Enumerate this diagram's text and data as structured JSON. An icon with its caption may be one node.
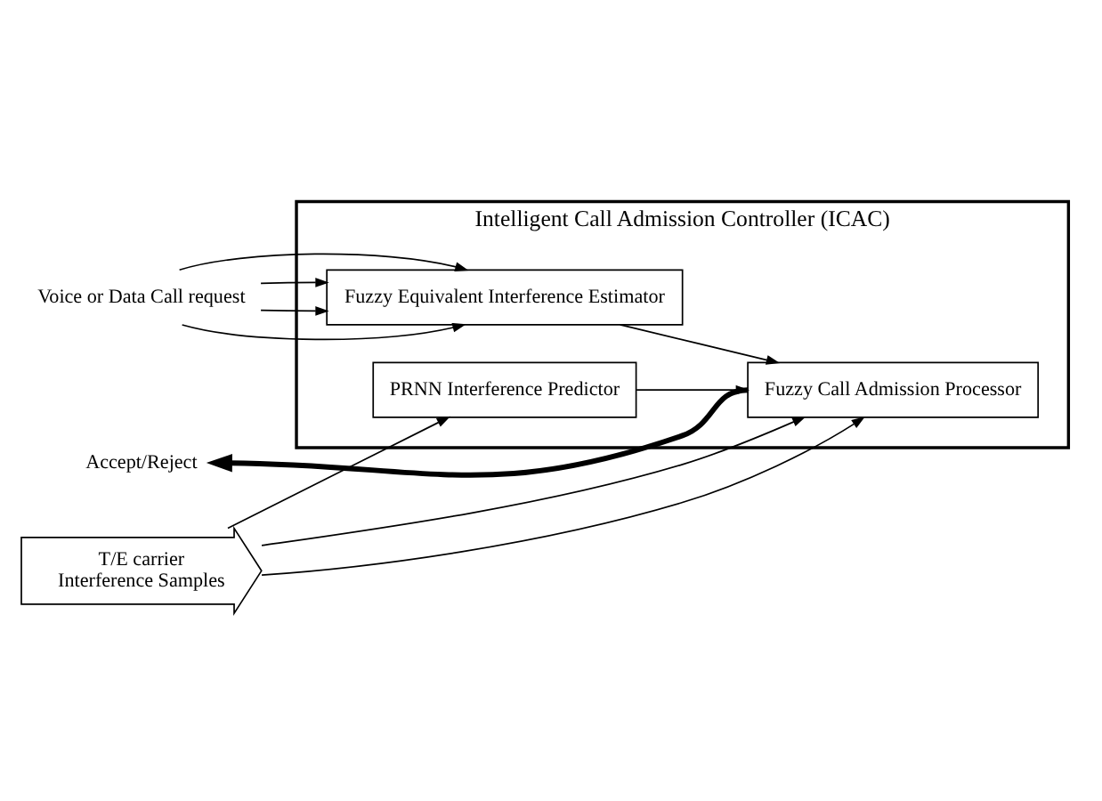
{
  "diagram": {
    "nodes": [
      {
        "text": [
          "Intelligent Call Admission Controller (ICAC)"
        ]
      },
      {
        "text": [
          "Fuzzy Equivalent Interference Estimator"
        ],
        "in": 0
      },
      {
        "text": [
          "Fuzzy Call Admission Processor"
        ],
        "in": 0
      },
      {
        "text": [
          "PRNN Interference Predictor"
        ],
        "in": 0
      },
      {
        "text": [
          "Voice or Data Call request"
        ]
      },
      {
        "text": [
          "Accept/Reject"
        ]
      },
      {
        "text": [
          "T/E carrier",
          "Interference Samples"
        ]
      }
    ],
    "edges": [
      {
        "from": 4,
        "to": 1,
        "arrow": "to"
      },
      {
        "from": 4,
        "to": 1,
        "arrow": "to"
      },
      {
        "from": 4,
        "to": 1,
        "arrow": "to"
      },
      {
        "from": 4,
        "to": 1,
        "arrow": "to"
      },
      {
        "from": 1,
        "to": 2,
        "arrow": "to"
      },
      {
        "from": 2,
        "to": 5,
        "arrow": "to",
        "style": "thick"
      },
      {
        "from": 6,
        "to": 2,
        "arrow": "to"
      },
      {
        "from": 6,
        "to": 2,
        "arrow": "to"
      },
      {
        "from": 6,
        "to": 3,
        "arrow": "to"
      },
      {
        "from": 3,
        "to": 2,
        "arrow": "to"
      }
    ]
  }
}
